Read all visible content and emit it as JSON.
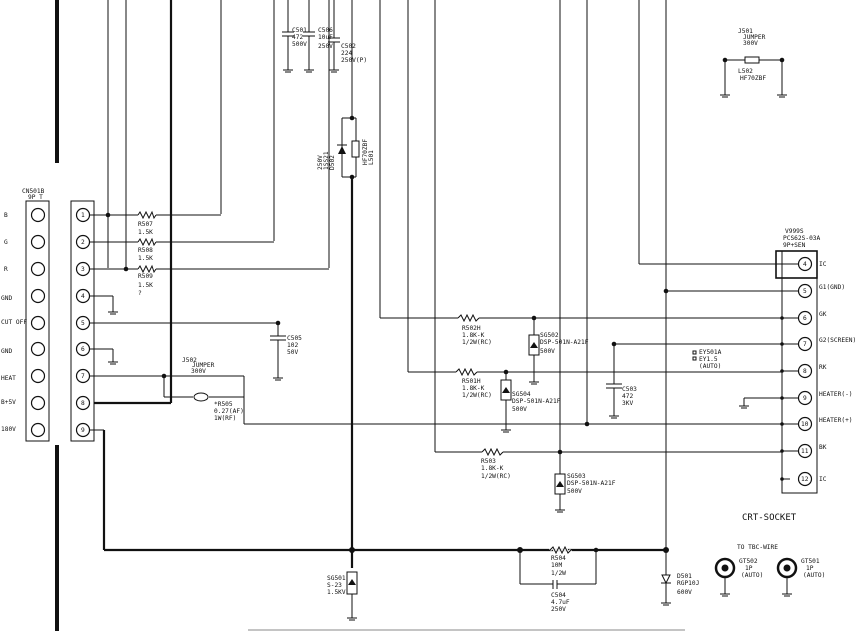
{
  "connector_left": {
    "ref": "CN501B",
    "type": "9P T",
    "labels": [
      "B",
      "G",
      "R",
      "GND",
      "CUT OFF",
      "GND",
      "HEAT",
      "B+5V",
      "180V"
    ],
    "pins": [
      "1",
      "2",
      "3",
      "4",
      "5",
      "6",
      "7",
      "8",
      "9"
    ]
  },
  "crt_socket": {
    "ref": "V999S",
    "part": "PCS62S-03A",
    "pins_desc": "9P+SEN",
    "caption": "CRT-SOCKET",
    "pins": [
      {
        "num": "4",
        "label": "IC"
      },
      {
        "num": "5",
        "label": "G1(GND)"
      },
      {
        "num": "6",
        "label": "GK"
      },
      {
        "num": "7",
        "label": "G2(SCREEN)"
      },
      {
        "num": "8",
        "label": "RK"
      },
      {
        "num": "9",
        "label": "HEATER(-)"
      },
      {
        "num": "10",
        "label": "HEATER(+)"
      },
      {
        "num": "11",
        "label": "BK"
      },
      {
        "num": "12",
        "label": "IC"
      }
    ]
  },
  "resistors": {
    "r507": [
      "R507",
      "1.5K"
    ],
    "r508": [
      "R508",
      "1.5K"
    ],
    "r509": [
      "R509",
      "1.5K"
    ],
    "r502h": [
      "R502H",
      "1.8K-K",
      "1/2W(RC)"
    ],
    "r501h": [
      "R501H",
      "1.8K-K",
      "1/2W(RC)"
    ],
    "r503": [
      "R503",
      "1.8K-K",
      "1/2W(RC)"
    ],
    "r505": [
      "*R505",
      "0.27(AF)",
      "1W(RF)"
    ],
    "r504": [
      "R504",
      "10M",
      "1/2W"
    ]
  },
  "capacitors": {
    "c501": [
      "C501",
      "472",
      "500V"
    ],
    "c506": [
      "C506",
      "10uF",
      "250V"
    ],
    "c502": [
      "C502",
      "224",
      "250V(P)"
    ],
    "c505": [
      "C505",
      "102",
      "50V"
    ],
    "c503": [
      "C503",
      "472",
      "3KV"
    ],
    "c504": [
      "C504",
      "4.7uF",
      "250V"
    ]
  },
  "spark_gaps": {
    "sg502": [
      "SG502",
      "DSP-501N-A21F",
      "500V"
    ],
    "sg504": [
      "SG504",
      "DSP-501N-A21F",
      "500V"
    ],
    "sg503": [
      "SG503",
      "DSP-501N-A21F",
      "500V"
    ],
    "sg501": [
      "SG501",
      "S-23",
      "1.5KV"
    ]
  },
  "others": {
    "j501": [
      "J501",
      "JUMPER",
      "300V"
    ],
    "j502": [
      "J502",
      "JUMPER",
      "300V"
    ],
    "l502": [
      "L502",
      "HF70ZBF"
    ],
    "l501": [
      "L501",
      "HF70ZBF"
    ],
    "d502": [
      "D502",
      "250V",
      "1SS21"
    ],
    "d501": [
      "D501",
      "RGP10J",
      "600V"
    ],
    "ey501": [
      "EY501A",
      "EY1.5",
      "(AUTO)"
    ],
    "gt502": [
      "GT502",
      "1P",
      "(AUTO)"
    ],
    "gt501": [
      "GT501",
      "1P",
      "(AUTO)"
    ],
    "tbc_label": "TO TBC-WIRE",
    "q_mark": "?"
  }
}
